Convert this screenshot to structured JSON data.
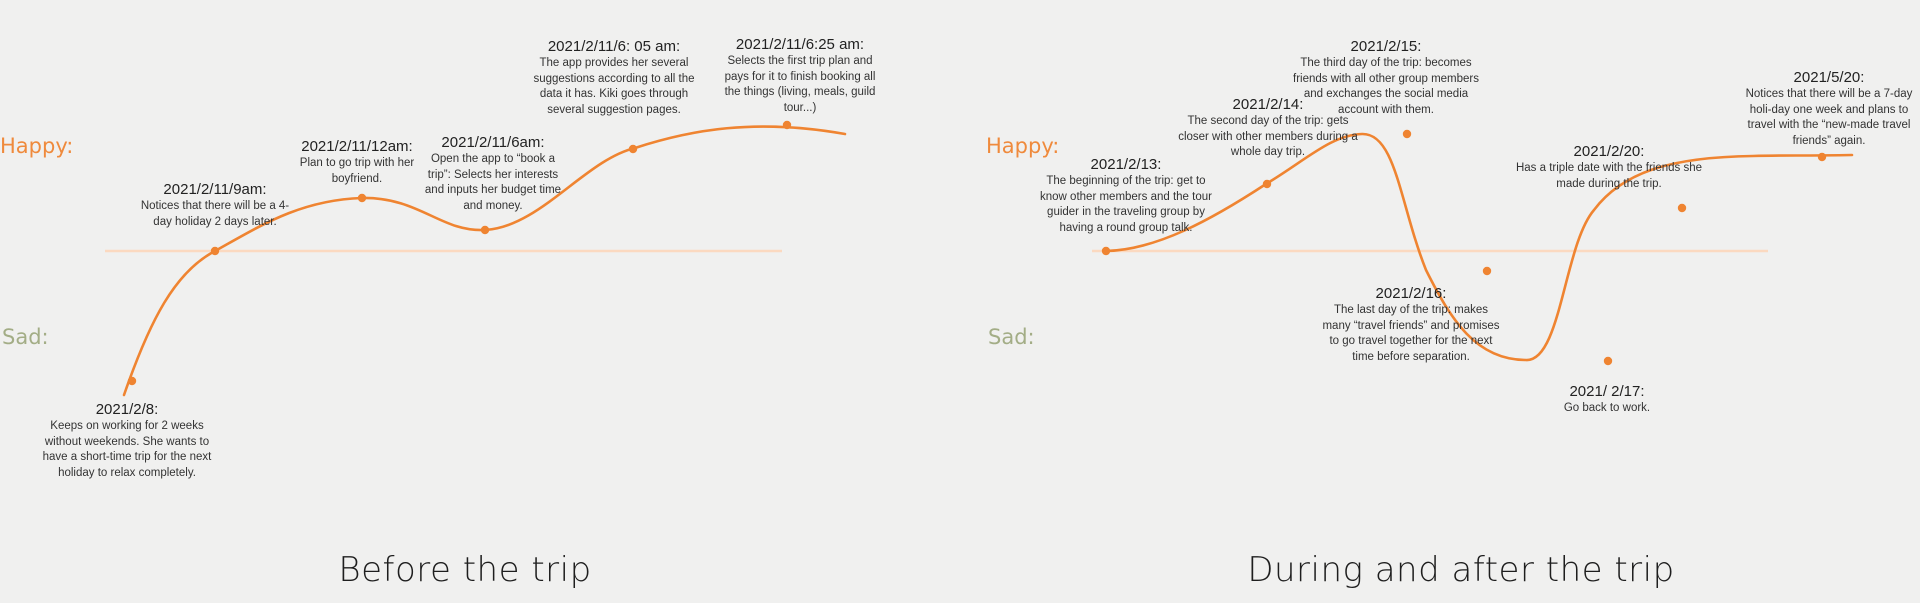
{
  "mood_labels": {
    "happy": "Happy:",
    "sad": "Sad:"
  },
  "colors": {
    "curve": "#ef8431",
    "baseline": "#fbd9c0",
    "happy": "#ef8a3c",
    "sad": "#a3ad86",
    "background": "#f0f0ef"
  },
  "panels": [
    {
      "title": "Before the trip",
      "events": [
        {
          "date": "2021/2/8:",
          "desc": "Keeps on working for 2 weeks without weekends. She wants to have a short-time trip for the next holiday to relax completely."
        },
        {
          "date": "2021/2/11/9am:",
          "desc": "Notices that there will be a 4-day holiday 2 days later."
        },
        {
          "date": "2021/2/11/12am:",
          "desc": "Plan to go trip with her boyfriend."
        },
        {
          "date": "2021/2/11/6am:",
          "desc": "Open the app to “book a trip”: Selects her interests and inputs her budget time and money."
        },
        {
          "date": "2021/2/11/6: 05 am:",
          "desc": "The app provides her several suggestions according to all the data it has. Kiki goes through several suggestion pages."
        },
        {
          "date": "2021/2/11/6:25 am:",
          "desc": "Selects the first trip plan and pays for it to finish booking all the things (living, meals, guild tour...)"
        }
      ]
    },
    {
      "title": "During and after the trip",
      "events": [
        {
          "date": "2021/2/13:",
          "desc": "The beginning of the trip: get to know other members and the tour guider in the traveling group by having a round group talk."
        },
        {
          "date": "2021/2/14:",
          "desc": "The second day of the trip: gets closer with other members during a whole day trip."
        },
        {
          "date": "2021/2/15:",
          "desc": "The third day of the trip: becomes friends with all other group members and exchanges the social media account with them."
        },
        {
          "date": "2021/2/16:",
          "desc": "The last day of the trip: makes many “travel friends” and promises to go travel together for the next time before separation."
        },
        {
          "date": "2021/ 2/17:",
          "desc": "Go back to work."
        },
        {
          "date": "2021/2/20:",
          "desc": "Has a triple date with the friends she made during the trip."
        },
        {
          "date": "2021/5/20:",
          "desc": "Notices that there will be a 7-day holi-day one week  and plans to travel with the “new-made travel friends” again."
        }
      ]
    }
  ]
}
